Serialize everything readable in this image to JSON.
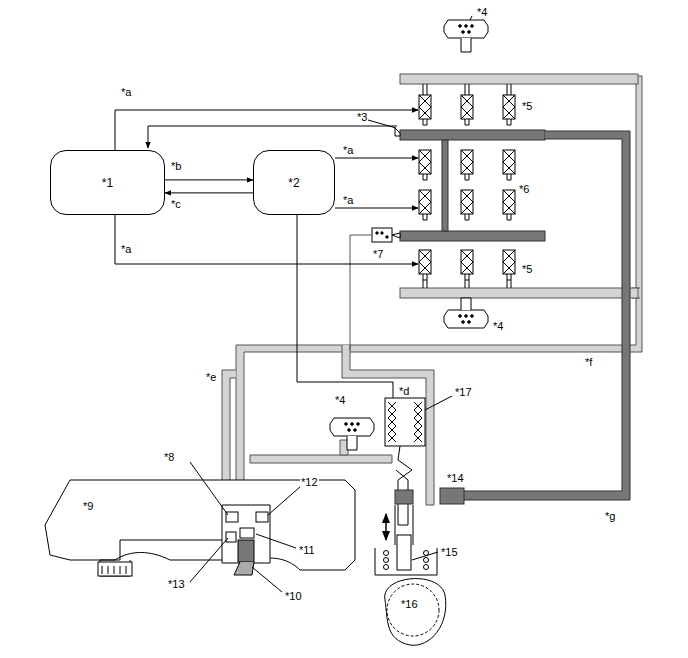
{
  "diagram": {
    "nodes": [
      {
        "text": [
          "*1"
        ]
      },
      {
        "text": [
          "*2"
        ]
      }
    ],
    "edges": [
      {
        "from": 0,
        "to": 1,
        "arrow": "to"
      },
      {
        "from": 1,
        "to": 0,
        "arrow": "to"
      }
    ],
    "labels": [
      "*4",
      "*a",
      "*5",
      "*3",
      "*b",
      "*a",
      "*6",
      "*c",
      "*a",
      "*7",
      "*a",
      "*5",
      "*4",
      "*f",
      "*e",
      "*d",
      "*4",
      "*17",
      "*8",
      "*12",
      "*14",
      "*9",
      "*11",
      "*g",
      "*15",
      "*13",
      "*10",
      "*16"
    ]
  }
}
